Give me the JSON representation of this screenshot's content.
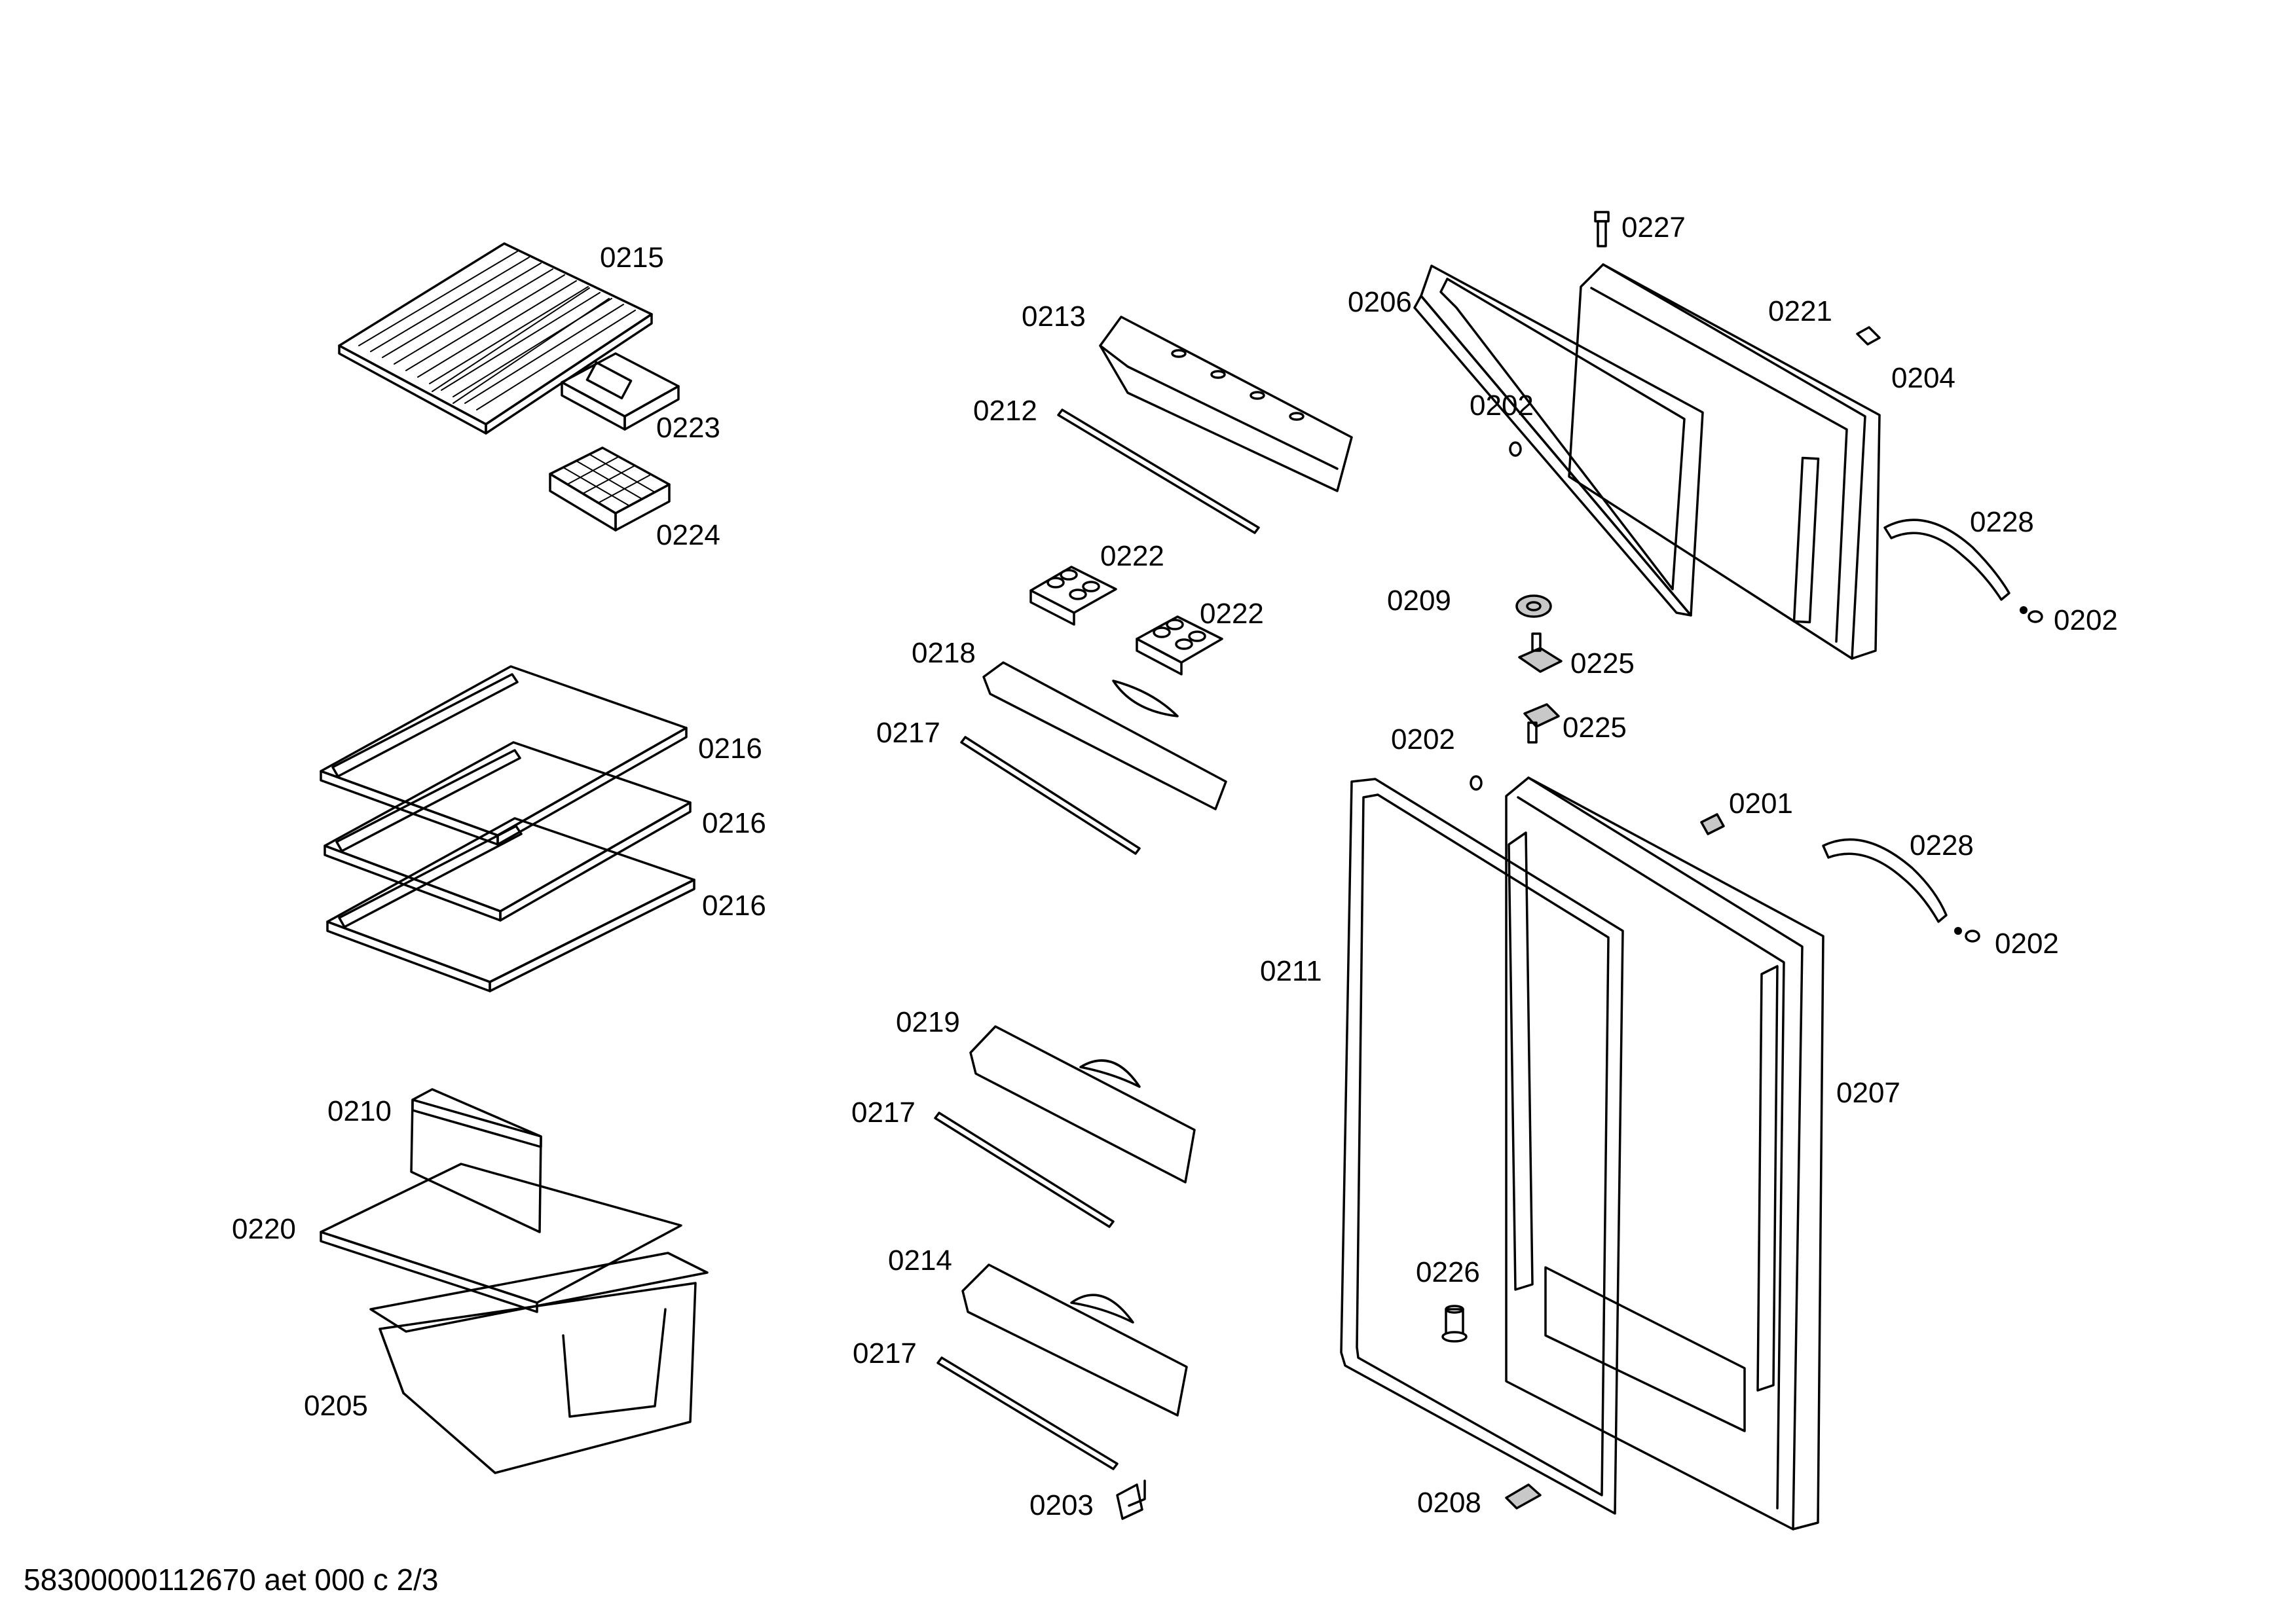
{
  "footer_text": "58300000112670 aet 000 c 2/3",
  "labels": {
    "p0215": "0215",
    "p0223": "0223",
    "p0224": "0224",
    "p0216a": "0216",
    "p0216b": "0216",
    "p0216c": "0216",
    "p0210": "0210",
    "p0220": "0220",
    "p0205": "0205",
    "p0213": "0213",
    "p0212": "0212",
    "p0222a": "0222",
    "p0222b": "0222",
    "p0218": "0218",
    "p0217a": "0217",
    "p0219": "0219",
    "p0217b": "0217",
    "p0214": "0214",
    "p0217c": "0217",
    "p0203": "0203",
    "p0227": "0227",
    "p0206": "0206",
    "p0221": "0221",
    "p0204": "0204",
    "p0202a": "0202",
    "p0228a": "0228",
    "p0202b": "0202",
    "p0209": "0209",
    "p0225a": "0225",
    "p0225b": "0225",
    "p0202c": "0202",
    "p0201": "0201",
    "p0228b": "0228",
    "p0202d": "0202",
    "p0211": "0211",
    "p0207": "0207",
    "p0226": "0226",
    "p0208": "0208"
  }
}
